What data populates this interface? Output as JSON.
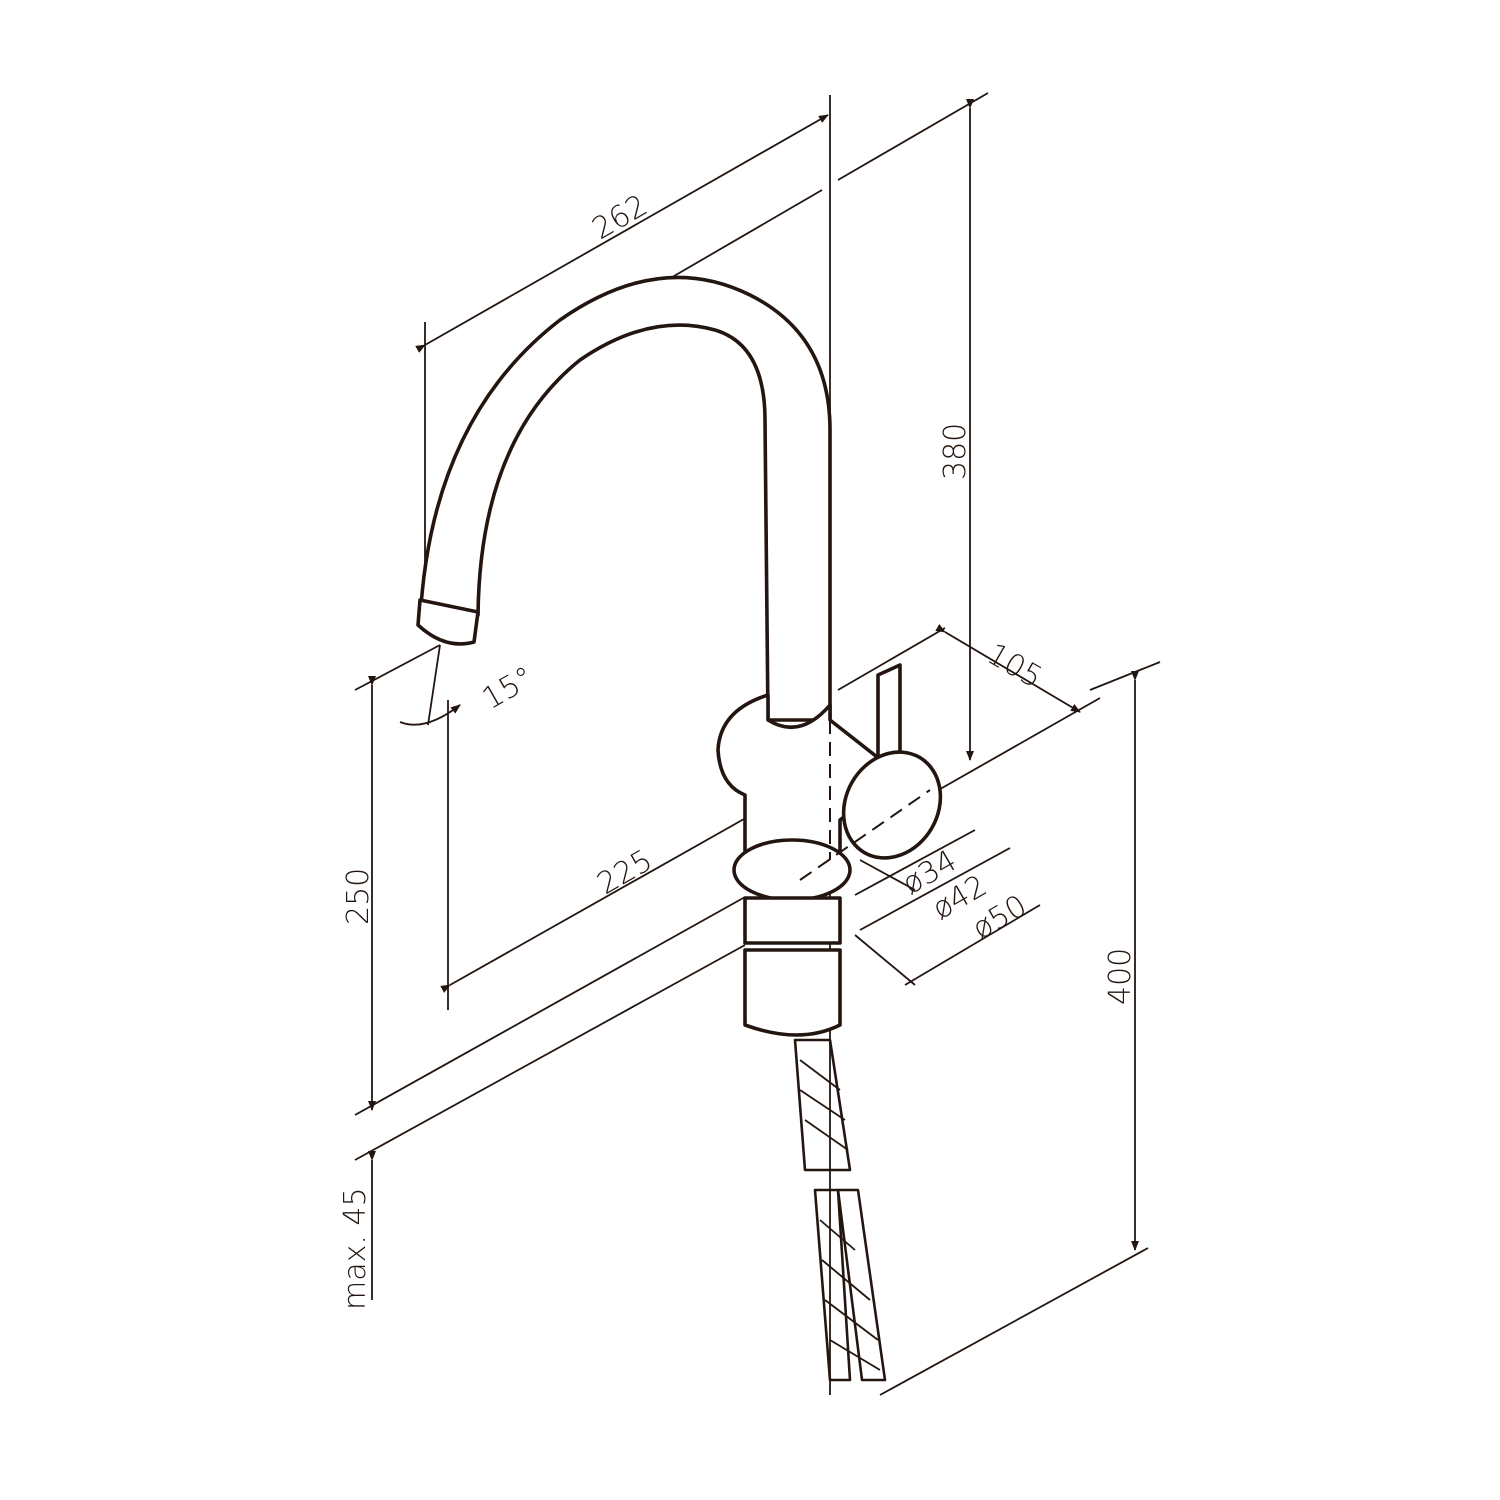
{
  "drawing": {
    "subject": "",
    "line_color": "#231610",
    "dimensions": {
      "spout_reach_top": "262",
      "height_to_top": "380",
      "lever_depth": "105",
      "spout_angle": "15°",
      "spout_height": "250",
      "spout_reach": "225",
      "diameter_34": "ø34",
      "diameter_42": "ø42",
      "diameter_50": "ø50",
      "hose_length": "400",
      "max_thickness": "max. 45"
    }
  }
}
